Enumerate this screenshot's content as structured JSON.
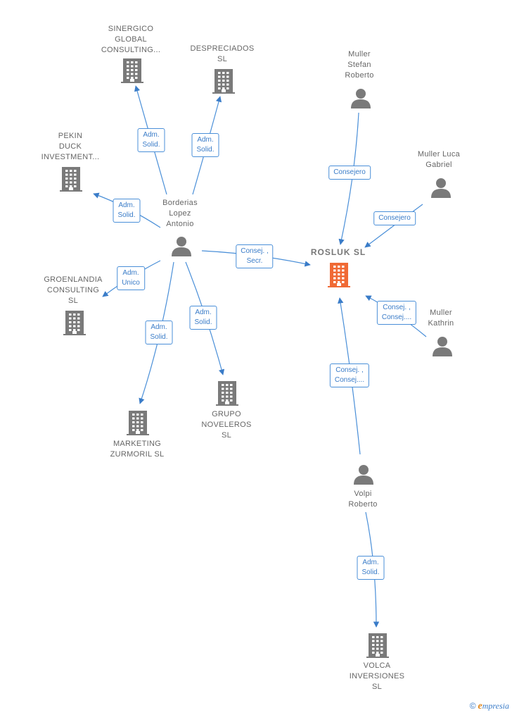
{
  "colors": {
    "edge": "#4a8fd8",
    "building": "#7a7a7a",
    "building_main": "#f06a35",
    "person": "#7a7a7a"
  },
  "nodes": {
    "rosluk": {
      "label": "ROSLUK  SL",
      "icon": "building-icon"
    },
    "sinergico": {
      "label": "SINERGICO\nGLOBAL\nCONSULTING...",
      "icon": "building-icon"
    },
    "despreciados": {
      "label": "DESPRECIADOS\nSL",
      "icon": "building-icon"
    },
    "pekin": {
      "label": "PEKIN\nDUCK\nINVESTMENT...",
      "icon": "building-icon"
    },
    "groenlandia": {
      "label": "GROENLANDIA\nCONSULTING\nSL",
      "icon": "building-icon"
    },
    "marketing": {
      "label": "MARKETING\nZURMORIL  SL",
      "icon": "building-icon"
    },
    "grupo": {
      "label": "GRUPO\nNOVELEROS\nSL",
      "icon": "building-icon"
    },
    "volca": {
      "label": "VOLCA\nINVERSIONES\nSL",
      "icon": "building-icon"
    },
    "borderias": {
      "label": "Borderias\nLopez\nAntonio",
      "icon": "person-icon"
    },
    "stefan": {
      "label": "Muller\nStefan\nRoberto",
      "icon": "person-icon"
    },
    "luca": {
      "label": "Muller Luca\nGabriel",
      "icon": "person-icon"
    },
    "kathrin": {
      "label": "Muller\nKathrin",
      "icon": "person-icon"
    },
    "volpi": {
      "label": "Volpi\nRoberto",
      "icon": "person-icon"
    }
  },
  "edges": [
    {
      "id": "e-sinergico",
      "label": "Adm.\nSolid."
    },
    {
      "id": "e-despreciados",
      "label": "Adm.\nSolid."
    },
    {
      "id": "e-pekin",
      "label": "Adm.\nSolid."
    },
    {
      "id": "e-groenlandia",
      "label": "Adm.\nUnico"
    },
    {
      "id": "e-marketing",
      "label": "Adm.\nSolid."
    },
    {
      "id": "e-grupo",
      "label": "Adm.\nSolid."
    },
    {
      "id": "e-rosluk-borderias",
      "label": "Consej. ,\nSecr."
    },
    {
      "id": "e-stefan",
      "label": "Consejero"
    },
    {
      "id": "e-luca",
      "label": "Consejero"
    },
    {
      "id": "e-kathrin",
      "label": "Consej. ,\nConsej...."
    },
    {
      "id": "e-volpi",
      "label": "Consej. ,\nConsej...."
    },
    {
      "id": "e-volca",
      "label": "Adm.\nSolid."
    }
  ],
  "footer": {
    "copyright": "©",
    "brand_initial": "e",
    "brand_rest": "mpresia"
  }
}
